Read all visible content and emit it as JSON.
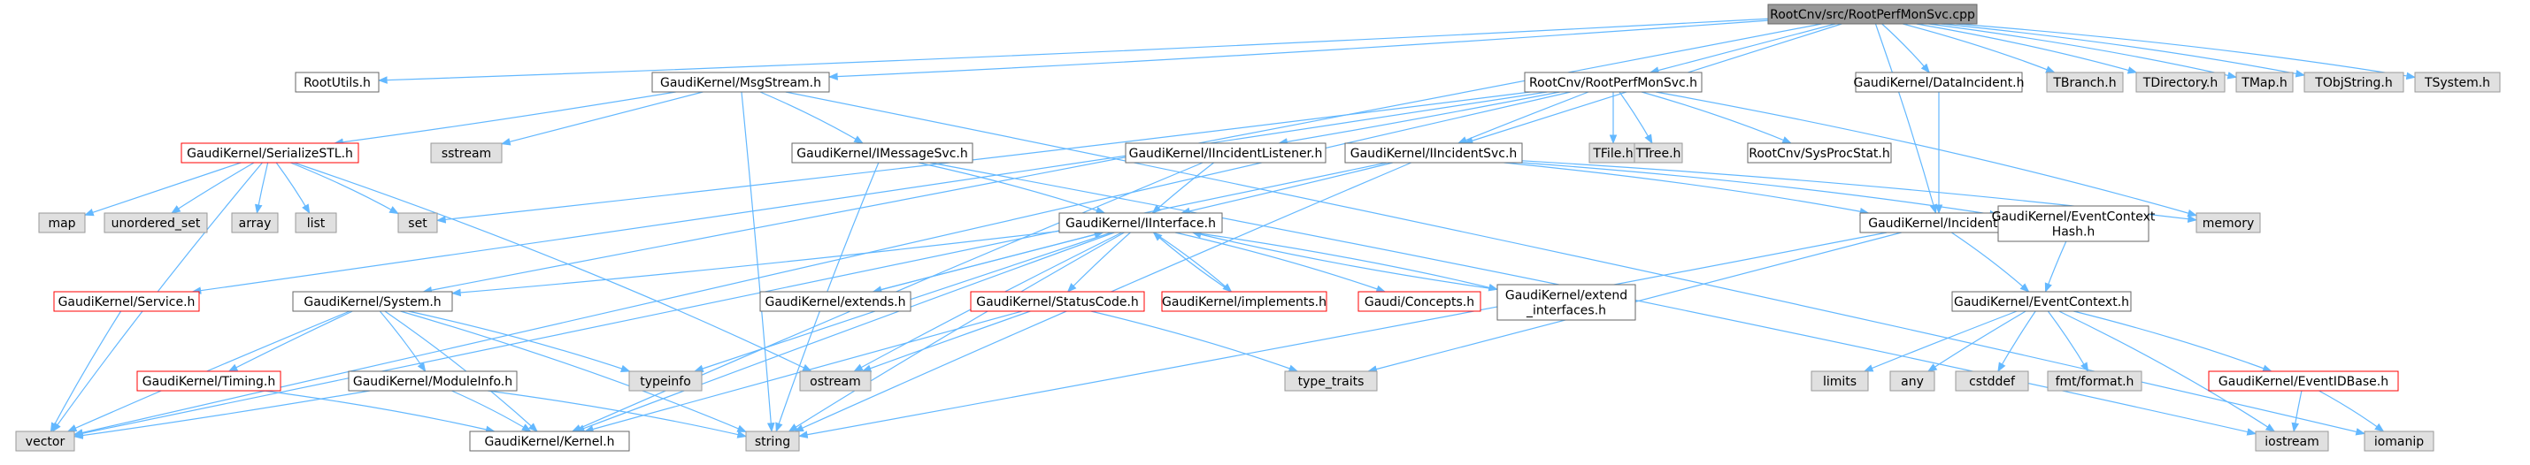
{
  "diagram": {
    "colors": {
      "edge": "#63b8ff",
      "root_fill": "#999999",
      "doc_fill": "#ffffff",
      "doc_border": "#666666",
      "ext_fill": "#e0e0e0",
      "ext_border": "#999999",
      "trunc_border": "#ff0000"
    },
    "nodes": [
      {
        "id": "root",
        "label": "RootCnv/src/RootPerfMonSvc.cpp",
        "kind": "root"
      },
      {
        "id": "rootutils",
        "label": "RootUtils.h",
        "kind": "doc"
      },
      {
        "id": "msgstream",
        "label": "GaudiKernel/MsgStream.h",
        "kind": "doc"
      },
      {
        "id": "perfmon",
        "label": "RootCnv/RootPerfMonSvc.h",
        "kind": "doc"
      },
      {
        "id": "dataincident",
        "label": "GaudiKernel/DataIncident.h",
        "kind": "doc"
      },
      {
        "id": "tbranch",
        "label": "TBranch.h",
        "kind": "ext"
      },
      {
        "id": "tdirectory",
        "label": "TDirectory.h",
        "kind": "ext"
      },
      {
        "id": "tmap",
        "label": "TMap.h",
        "kind": "ext"
      },
      {
        "id": "tobjstring",
        "label": "TObjString.h",
        "kind": "ext"
      },
      {
        "id": "tsystem",
        "label": "TSystem.h",
        "kind": "ext"
      },
      {
        "id": "serializestl",
        "label": "GaudiKernel/SerializeSTL.h",
        "kind": "trunc"
      },
      {
        "id": "sstream",
        "label": "sstream",
        "kind": "ext"
      },
      {
        "id": "imessagesvc",
        "label": "GaudiKernel/IMessageSvc.h",
        "kind": "doc"
      },
      {
        "id": "iincidentlistener",
        "label": "GaudiKernel/IIncidentListener.h",
        "kind": "doc"
      },
      {
        "id": "iincidentsvc",
        "label": "GaudiKernel/IIncidentSvc.h",
        "kind": "doc"
      },
      {
        "id": "tfile",
        "label": "TFile.h",
        "kind": "ext"
      },
      {
        "id": "ttree",
        "label": "TTree.h",
        "kind": "ext"
      },
      {
        "id": "sysprocstat",
        "label": "RootCnv/SysProcStat.h",
        "kind": "doc"
      },
      {
        "id": "map",
        "label": "map",
        "kind": "ext"
      },
      {
        "id": "unordered_set",
        "label": "unordered_set",
        "kind": "ext"
      },
      {
        "id": "array",
        "label": "array",
        "kind": "ext"
      },
      {
        "id": "list",
        "label": "list",
        "kind": "ext"
      },
      {
        "id": "set",
        "label": "set",
        "kind": "ext"
      },
      {
        "id": "iinterface",
        "label": "GaudiKernel/IInterface.h",
        "kind": "doc"
      },
      {
        "id": "incident",
        "label": "GaudiKernel/Incident.h",
        "kind": "doc"
      },
      {
        "id": "ectxhash",
        "label": "GaudiKernel/EventContext\nHash.h",
        "kind": "doc"
      },
      {
        "id": "memory",
        "label": "memory",
        "kind": "ext"
      },
      {
        "id": "service",
        "label": "GaudiKernel/Service.h",
        "kind": "trunc"
      },
      {
        "id": "system",
        "label": "GaudiKernel/System.h",
        "kind": "doc"
      },
      {
        "id": "extends",
        "label": "GaudiKernel/extends.h",
        "kind": "doc"
      },
      {
        "id": "statuscode",
        "label": "GaudiKernel/StatusCode.h",
        "kind": "trunc"
      },
      {
        "id": "implements",
        "label": "GaudiKernel/implements.h",
        "kind": "trunc"
      },
      {
        "id": "concepts",
        "label": "Gaudi/Concepts.h",
        "kind": "trunc"
      },
      {
        "id": "extendifaces",
        "label": "GaudiKernel/extend\n_interfaces.h",
        "kind": "doc"
      },
      {
        "id": "eventcontext",
        "label": "GaudiKernel/EventContext.h",
        "kind": "doc"
      },
      {
        "id": "timing",
        "label": "GaudiKernel/Timing.h",
        "kind": "trunc"
      },
      {
        "id": "moduleinfo",
        "label": "GaudiKernel/ModuleInfo.h",
        "kind": "doc"
      },
      {
        "id": "typeinfo",
        "label": "typeinfo",
        "kind": "ext"
      },
      {
        "id": "ostream",
        "label": "ostream",
        "kind": "ext"
      },
      {
        "id": "type_traits",
        "label": "type_traits",
        "kind": "ext"
      },
      {
        "id": "limits",
        "label": "limits",
        "kind": "ext"
      },
      {
        "id": "any",
        "label": "any",
        "kind": "ext"
      },
      {
        "id": "cstddef",
        "label": "cstddef",
        "kind": "ext"
      },
      {
        "id": "fmtformat",
        "label": "fmt/format.h",
        "kind": "ext"
      },
      {
        "id": "eventidbase",
        "label": "GaudiKernel/EventIDBase.h",
        "kind": "trunc"
      },
      {
        "id": "vector",
        "label": "vector",
        "kind": "ext"
      },
      {
        "id": "kernel",
        "label": "GaudiKernel/Kernel.h",
        "kind": "doc"
      },
      {
        "id": "string",
        "label": "string",
        "kind": "ext"
      },
      {
        "id": "iostream",
        "label": "iostream",
        "kind": "ext"
      },
      {
        "id": "iomanip",
        "label": "iomanip",
        "kind": "ext"
      }
    ],
    "edges": [
      [
        "root",
        "rootutils"
      ],
      [
        "root",
        "msgstream"
      ],
      [
        "root",
        "perfmon"
      ],
      [
        "root",
        "dataincident"
      ],
      [
        "root",
        "tbranch"
      ],
      [
        "root",
        "tdirectory"
      ],
      [
        "root",
        "tmap"
      ],
      [
        "root",
        "tobjstring"
      ],
      [
        "root",
        "tsystem"
      ],
      [
        "root",
        "system"
      ],
      [
        "root",
        "iincidentsvc"
      ],
      [
        "root",
        "incident"
      ],
      [
        "msgstream",
        "serializestl"
      ],
      [
        "msgstream",
        "sstream"
      ],
      [
        "msgstream",
        "imessagesvc"
      ],
      [
        "msgstream",
        "string"
      ],
      [
        "msgstream",
        "iomanip"
      ],
      [
        "perfmon",
        "iincidentlistener"
      ],
      [
        "perfmon",
        "iincidentsvc"
      ],
      [
        "perfmon",
        "tfile"
      ],
      [
        "perfmon",
        "ttree"
      ],
      [
        "perfmon",
        "sysprocstat"
      ],
      [
        "perfmon",
        "set"
      ],
      [
        "perfmon",
        "vector"
      ],
      [
        "perfmon",
        "memory"
      ],
      [
        "perfmon",
        "service"
      ],
      [
        "dataincident",
        "incident"
      ],
      [
        "serializestl",
        "map"
      ],
      [
        "serializestl",
        "unordered_set"
      ],
      [
        "serializestl",
        "array"
      ],
      [
        "serializestl",
        "list"
      ],
      [
        "serializestl",
        "set"
      ],
      [
        "serializestl",
        "vector"
      ],
      [
        "serializestl",
        "ostream"
      ],
      [
        "imessagesvc",
        "iinterface"
      ],
      [
        "imessagesvc",
        "string"
      ],
      [
        "imessagesvc",
        "iostream"
      ],
      [
        "iincidentlistener",
        "iinterface"
      ],
      [
        "iincidentlistener",
        "kernel"
      ],
      [
        "iincidentsvc",
        "iinterface"
      ],
      [
        "iincidentsvc",
        "incident"
      ],
      [
        "iincidentsvc",
        "string"
      ],
      [
        "iincidentsvc",
        "memory"
      ],
      [
        "iincidentsvc",
        "ectxhash"
      ],
      [
        "iincidentsvc",
        "vector"
      ],
      [
        "iinterface",
        "system"
      ],
      [
        "iinterface",
        "extends"
      ],
      [
        "iinterface",
        "statuscode"
      ],
      [
        "iinterface",
        "implements"
      ],
      [
        "iinterface",
        "concepts"
      ],
      [
        "iinterface",
        "extendifaces"
      ],
      [
        "iinterface",
        "typeinfo"
      ],
      [
        "iinterface",
        "ostream"
      ],
      [
        "iinterface",
        "kernel"
      ],
      [
        "iinterface",
        "string"
      ],
      [
        "extends",
        "iinterface"
      ],
      [
        "implements",
        "iinterface"
      ],
      [
        "extendifaces",
        "iinterface"
      ],
      [
        "incident",
        "eventcontext"
      ],
      [
        "incident",
        "string"
      ],
      [
        "incident",
        "type_traits"
      ],
      [
        "ectxhash",
        "eventcontext"
      ],
      [
        "service",
        "vector"
      ],
      [
        "system",
        "timing"
      ],
      [
        "system",
        "moduleinfo"
      ],
      [
        "system",
        "typeinfo"
      ],
      [
        "system",
        "vector"
      ],
      [
        "system",
        "string"
      ],
      [
        "system",
        "kernel"
      ],
      [
        "statuscode",
        "ostream"
      ],
      [
        "statuscode",
        "type_traits"
      ],
      [
        "statuscode",
        "kernel"
      ],
      [
        "eventcontext",
        "limits"
      ],
      [
        "eventcontext",
        "any"
      ],
      [
        "eventcontext",
        "cstddef"
      ],
      [
        "eventcontext",
        "fmtformat"
      ],
      [
        "eventcontext",
        "eventidbase"
      ],
      [
        "eventcontext",
        "iostream"
      ],
      [
        "eventidbase",
        "iostream"
      ],
      [
        "eventidbase",
        "iomanip"
      ],
      [
        "timing",
        "kernel"
      ],
      [
        "moduleinfo",
        "kernel"
      ],
      [
        "moduleinfo",
        "string"
      ],
      [
        "moduleinfo",
        "vector"
      ]
    ]
  }
}
